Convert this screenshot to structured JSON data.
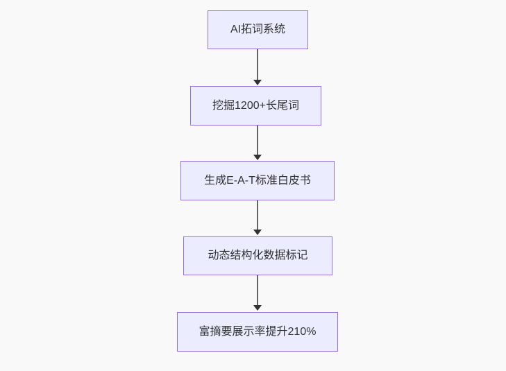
{
  "diagram": {
    "type": "flowchart",
    "direction": "top-down",
    "nodes": [
      {
        "id": "step-1",
        "label": "AI拓词系统"
      },
      {
        "id": "step-2",
        "label": "挖掘1200+长尾词"
      },
      {
        "id": "step-3",
        "label": "生成E-A-T标准白皮书"
      },
      {
        "id": "step-4",
        "label": "动态结构化数据标记"
      },
      {
        "id": "step-5",
        "label": "富摘要展示率提升210%"
      }
    ],
    "edges": [
      {
        "from": "step-1",
        "to": "step-2"
      },
      {
        "from": "step-2",
        "to": "step-3"
      },
      {
        "from": "step-3",
        "to": "step-4"
      },
      {
        "from": "step-4",
        "to": "step-5"
      }
    ],
    "colors": {
      "background": "#f9f9f9",
      "node_fill": "#ececff",
      "node_border": "#9370db",
      "text": "#333333",
      "arrow": "#333333"
    }
  }
}
